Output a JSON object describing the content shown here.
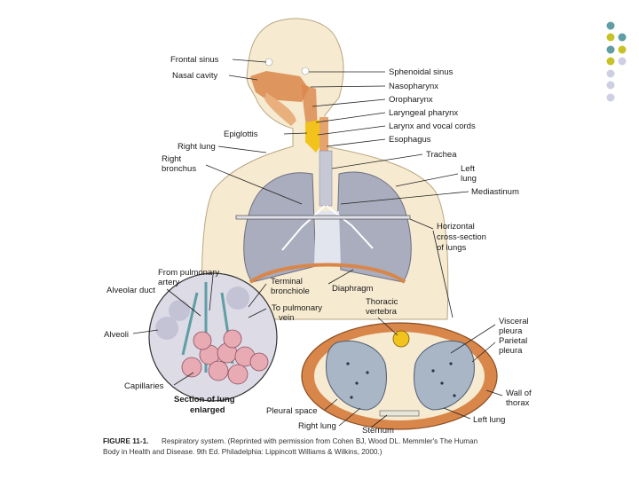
{
  "labels": {
    "frontal_sinus": "Frontal sinus",
    "nasal_cavity": "Nasal cavity",
    "sphenoidal_sinus": "Sphenoidal sinus",
    "nasopharynx": "Nasopharynx",
    "oropharynx": "Oropharynx",
    "laryngeal_pharynx": "Laryngeal pharynx",
    "larynx_vocal_cords": "Larynx and vocal cords",
    "epiglottis": "Epiglottis",
    "esophagus": "Esophagus",
    "right_lung": "Right lung",
    "right_bronchus_1": "Right",
    "right_bronchus_2": "bronchus",
    "trachea": "Trachea",
    "left_lung_1": "Left",
    "left_lung_2": "lung",
    "mediastinum": "Mediastinum",
    "horizontal_1": "Horizontal",
    "horizontal_2": "cross-section",
    "horizontal_3": "of lungs",
    "from_pulmonary_1": "From pulmonary",
    "from_pulmonary_2": "artery",
    "alveolar_duct": "Alveolar duct",
    "terminal_1": "Terminal",
    "terminal_2": "bronchiole",
    "diaphragm": "Diaphragm",
    "to_pulmonary_1": "To pulmonary",
    "to_pulmonary_2": "vein",
    "thoracic_1": "Thoracic",
    "thoracic_2": "vertebra",
    "alveoli": "Alveoli",
    "visceral_1": "Visceral",
    "visceral_2": "pleura",
    "parietal_1": "Parietal",
    "parietal_2": "pleura",
    "capillaries": "Capillaries",
    "section_1": "Section of lung",
    "section_2": "enlarged",
    "wall_1": "Wall of",
    "wall_2": "thorax",
    "pleural_space": "Pleural space",
    "left_lung_small": "Left lung",
    "right_lung_small": "Right lung",
    "sternum": "Sternum"
  },
  "caption": {
    "figure": "FIGURE 11-1.",
    "line1": "Respiratory system. (Reprinted with permission from Cohen BJ, Wood DL. Memmler's The Human",
    "line2": "Body in Health and Disease. 9th Ed. Philadelphia: Lippincott Williams & Wilkins, 2000.)"
  },
  "colors": {
    "body_tan": "#f3e3bd",
    "airway_orange": "#d9864a",
    "lung_gray": "#a9adbd",
    "larynx_yellow": "#f2c21d",
    "dot_teal": "#5f9ea4",
    "dot_olive": "#c8c22a",
    "dot_lavender": "#cfcfe4"
  }
}
